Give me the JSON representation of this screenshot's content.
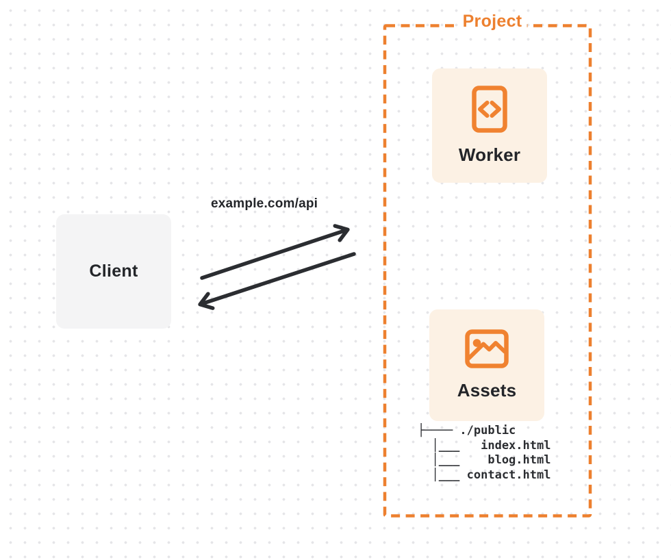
{
  "colors": {
    "orange": "#ED802F",
    "card_cream": "#FCF1E4",
    "card_gray": "#F4F4F5",
    "ink": "#232529",
    "arrow_ink": "#2B2D31",
    "dot": "#E5E5E8"
  },
  "client": {
    "label": "Client"
  },
  "connection": {
    "label": "example.com/api"
  },
  "project": {
    "label": "Project",
    "worker": {
      "label": "Worker",
      "icon": "code-file-icon"
    },
    "assets": {
      "label": "Assets",
      "icon": "image-icon"
    },
    "tree": "├──── ./public\n  │___   index.html\n  │___    blog.html\n  │___ contact.html"
  }
}
